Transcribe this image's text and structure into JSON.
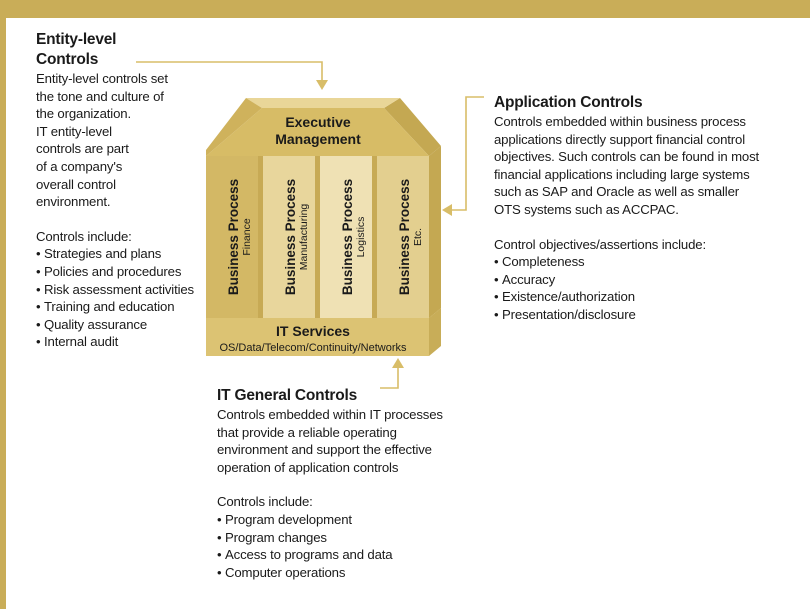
{
  "entity": {
    "heading_line1": "Entity-level",
    "heading_line2": "Controls",
    "description_lines": [
      "Entity-level controls set",
      "the tone and culture of",
      "the organization.",
      "IT entity-level",
      "controls are part",
      "of a company's",
      "overall control",
      "environment."
    ],
    "controls_intro": "Controls include:",
    "controls": [
      "Strategies and plans",
      "Policies and procedures",
      "Risk assessment activities",
      "Training and education",
      "Quality assurance",
      "Internal audit"
    ]
  },
  "application": {
    "heading": "Application Controls",
    "description_lines": [
      "Controls embedded within business process",
      "applications directly support financial control",
      "objectives. Such controls can be found in most",
      "financial applications including large systems",
      "such as SAP and Oracle as well as smaller",
      "OTS systems such as ACCPAC."
    ],
    "objectives_intro": "Control objectives/assertions include:",
    "objectives": [
      "Completeness",
      "Accuracy",
      "Existence/authorization",
      "Presentation/disclosure"
    ]
  },
  "itgc": {
    "heading": "IT General Controls",
    "description_lines": [
      "Controls embedded within IT processes",
      "that provide a reliable operating",
      "environment and support the effective",
      "operation of application controls"
    ],
    "controls_intro": "Controls include:",
    "controls": [
      "Program development",
      "Program changes",
      "Access to programs and data",
      "Computer operations"
    ]
  },
  "house": {
    "roof_line1": "Executive",
    "roof_line2": "Management",
    "base_title": "IT Services",
    "base_subtitle": "OS/Data/Telecom/Continuity/Networks",
    "pillars": [
      {
        "title": "Business Process",
        "subtitle": "Finance"
      },
      {
        "title": "Business Process",
        "subtitle": "Manufacturing"
      },
      {
        "title": "Business Process",
        "subtitle": "Logistics"
      },
      {
        "title": "Business Process",
        "subtitle": "Etc."
      }
    ]
  },
  "colors": {
    "frame": "#c9ad58",
    "roof_top": "#e6d28e",
    "roof_front": "#d7bc66",
    "pillar_dark": "#d3b865",
    "pillar_light": "#efe1b4",
    "base_front": "#dcc373",
    "arrow": "#d8bd68"
  }
}
